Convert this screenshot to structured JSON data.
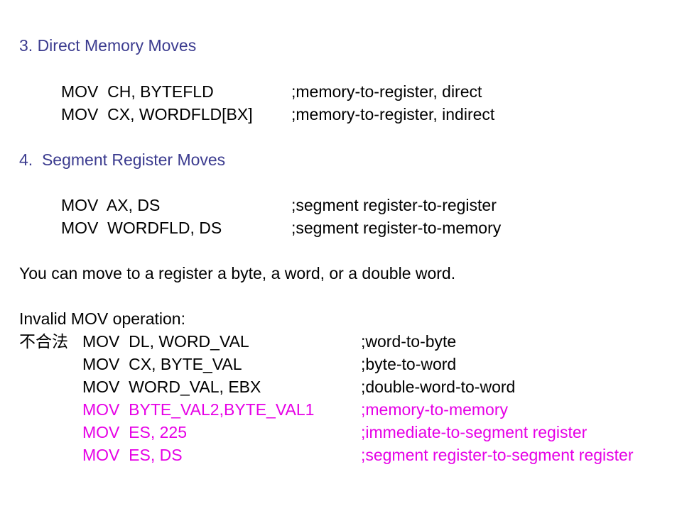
{
  "colors": {
    "heading": "#3b3b8f",
    "text": "#000000",
    "highlight": "#e600e6"
  },
  "section3": {
    "title": "3. Direct Memory Moves",
    "lines": [
      {
        "code": "MOV  CH, BYTEFLD",
        "comment": ";memory-to-register, direct"
      },
      {
        "code": "MOV  CX, WORDFLD[BX]",
        "comment": ";memory-to-register, indirect"
      }
    ]
  },
  "section4": {
    "title": "4.  Segment Register Moves",
    "lines": [
      {
        "code": "MOV  AX, DS",
        "comment": ";segment register-to-register"
      },
      {
        "code": "MOV  WORDFLD, DS",
        "comment": ";segment register-to-memory"
      }
    ]
  },
  "note": "You can move to a register a byte, a word, or a double word.",
  "invalid": {
    "title": "Invalid MOV operation:",
    "prefix": "不合法",
    "lines": [
      {
        "code": "MOV  DL, WORD_VAL",
        "comment": ";word-to-byte"
      },
      {
        "code": "MOV  CX, BYTE_VAL",
        "comment": ";byte-to-word"
      },
      {
        "code": "MOV  WORD_VAL, EBX",
        "comment": ";double-word-to-word"
      },
      {
        "code": "MOV  BYTE_VAL2,BYTE_VAL1",
        "comment": ";memory-to-memory"
      },
      {
        "code": "MOV  ES, 225",
        "comment": ";immediate-to-segment register"
      },
      {
        "code": "MOV  ES, DS",
        "comment": ";segment register-to-segment register"
      }
    ]
  }
}
